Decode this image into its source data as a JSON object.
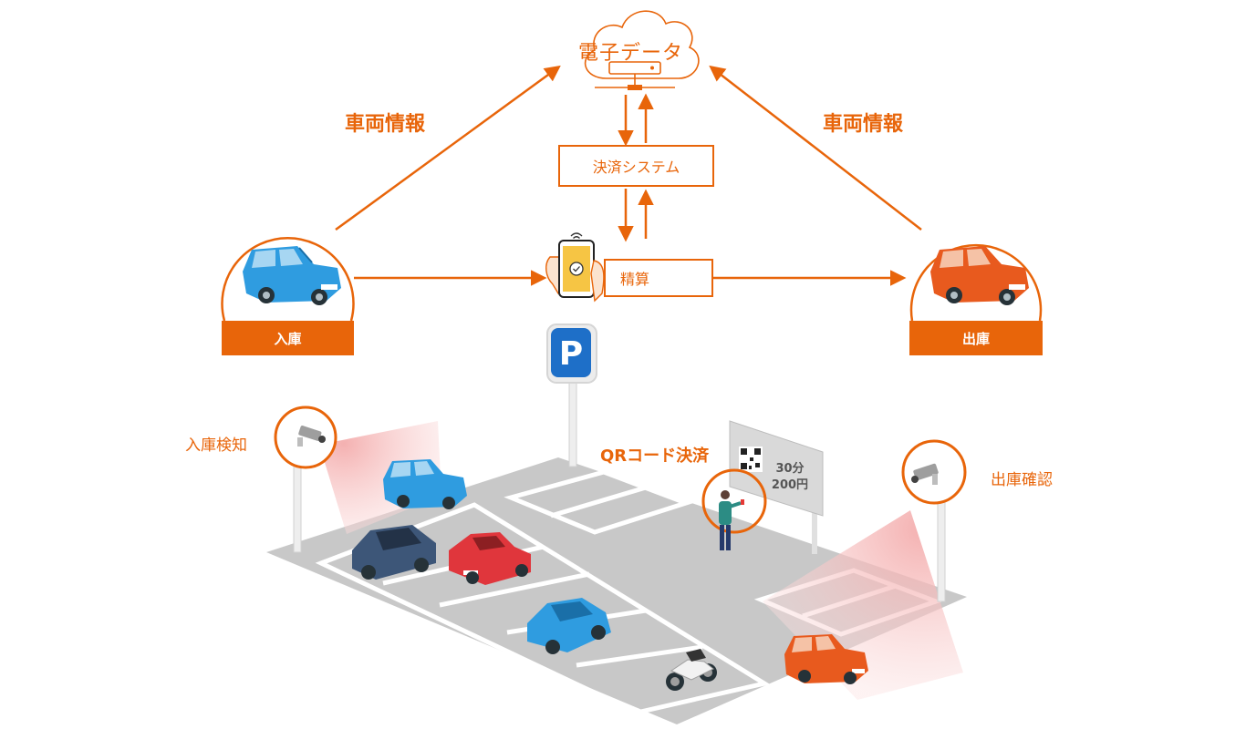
{
  "cloud": {
    "label": "電子データ"
  },
  "flows": {
    "left_label": "車両情報",
    "right_label": "車両情報"
  },
  "payment_system": {
    "label": "決済システム"
  },
  "settlement": {
    "label": "精算"
  },
  "entry": {
    "label": "入庫"
  },
  "exit": {
    "label": "出庫"
  },
  "parking_lot": {
    "entry_detection_label": "入庫検知",
    "qr_payment_label": "QRコード決済",
    "exit_confirmation_label": "出庫確認",
    "sign_line1": "30分",
    "sign_line2": "200円",
    "parking_sign_letter": "P"
  },
  "colors": {
    "accent": "#e8650a",
    "blue_car": "#2f9ce0",
    "orange_car": "#e85a1e",
    "red_car": "#e0363c",
    "navy_car": "#3d5678",
    "lot": "#c9c9c9",
    "detection_zone": "#f6b4b4"
  }
}
